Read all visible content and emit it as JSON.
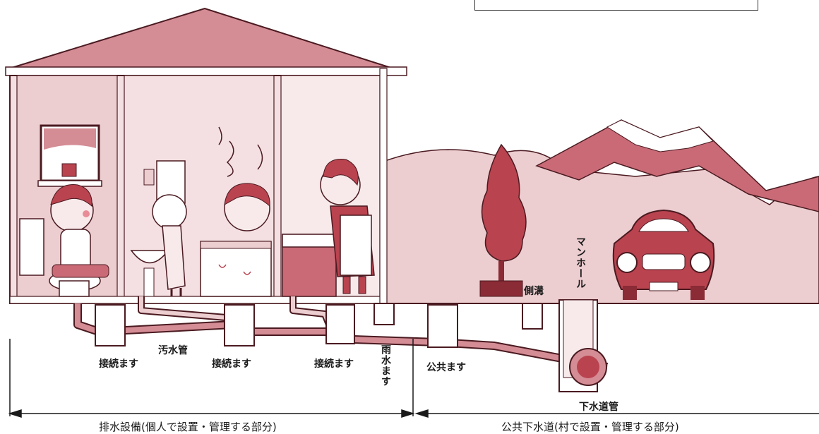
{
  "labels": {
    "connection_box_1": "接続ます",
    "sewage_pipe": "汚水管",
    "connection_box_2": "接続ます",
    "connection_box_3": "接続ます",
    "rainwater_box": "雨水ます",
    "public_box": "公共ます",
    "side_ditch": "側溝",
    "manhole": "マンホール",
    "sewer_pipe": "下水道管"
  },
  "sections": {
    "private": "排水設備(個人で設置・管理する部分)",
    "public": "公共下水道(村で設置・管理する部分)"
  },
  "colors": {
    "accent": "#b9434f",
    "light": "#eccdd0",
    "mid": "#d48c95",
    "dark": "#8a2b36",
    "line": "#4a1a20"
  }
}
